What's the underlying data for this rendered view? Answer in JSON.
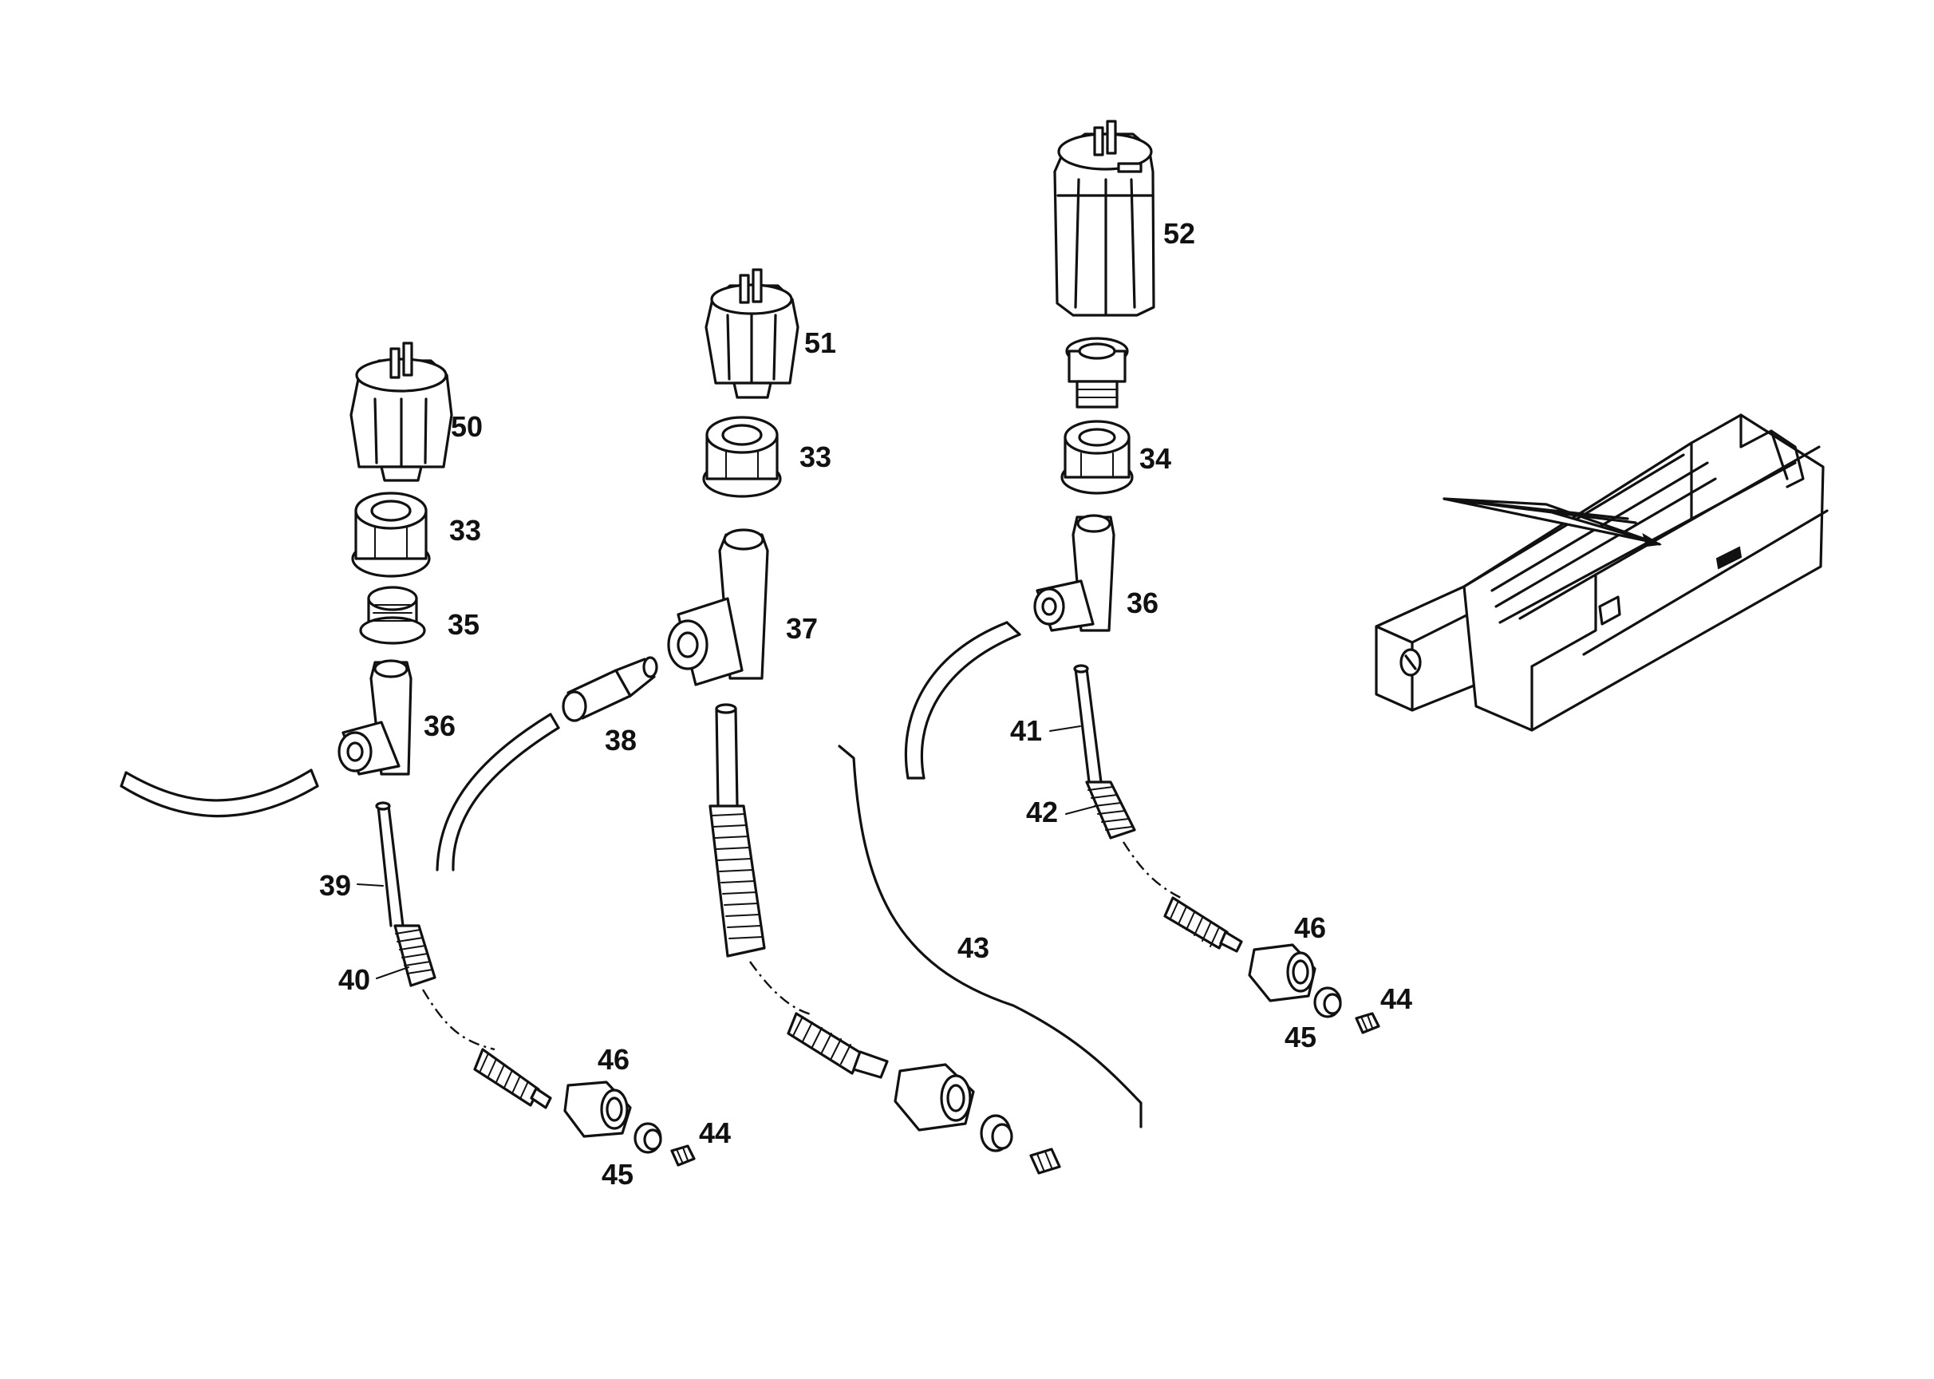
{
  "labels": {
    "l50": "50",
    "l51": "51",
    "l52": "52",
    "l33a": "33",
    "l33b": "33",
    "l34": "34",
    "l35": "35",
    "l36a": "36",
    "l36b": "36",
    "l37": "37",
    "l38": "38",
    "l39": "39",
    "l40": "40",
    "l41": "41",
    "l42": "42",
    "l43": "43",
    "l44a": "44",
    "l44b": "44",
    "l45a": "45",
    "l45b": "45",
    "l46a": "46",
    "l46b": "46"
  }
}
